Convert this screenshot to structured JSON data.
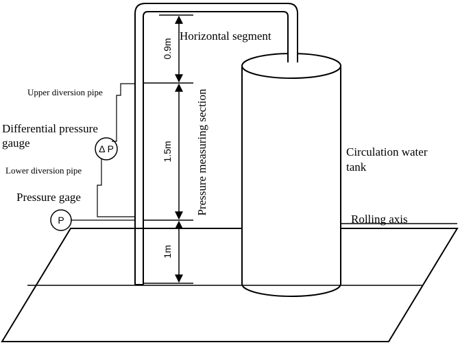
{
  "labels": {
    "horizontal_segment": "Horizontal segment",
    "upper_diversion_pipe": "Upper diversion pipe",
    "differential_pressure_gauge_line1": "Differential pressure",
    "differential_pressure_gauge_line2": "gauge",
    "lower_diversion_pipe": "Lower diversion pipe",
    "pressure_gage": "Pressure gage",
    "pressure_measuring_section": "Pressure measuring section",
    "circulation_water_tank_line1": "Circulation water",
    "circulation_water_tank_line2": "tank",
    "rolling_axis": "Rolling axis"
  },
  "dimensions": {
    "top": "0.9m",
    "middle": "1.5m",
    "bottom": "1m"
  },
  "gauges": {
    "differential": "Δ P",
    "pressure": "P"
  }
}
